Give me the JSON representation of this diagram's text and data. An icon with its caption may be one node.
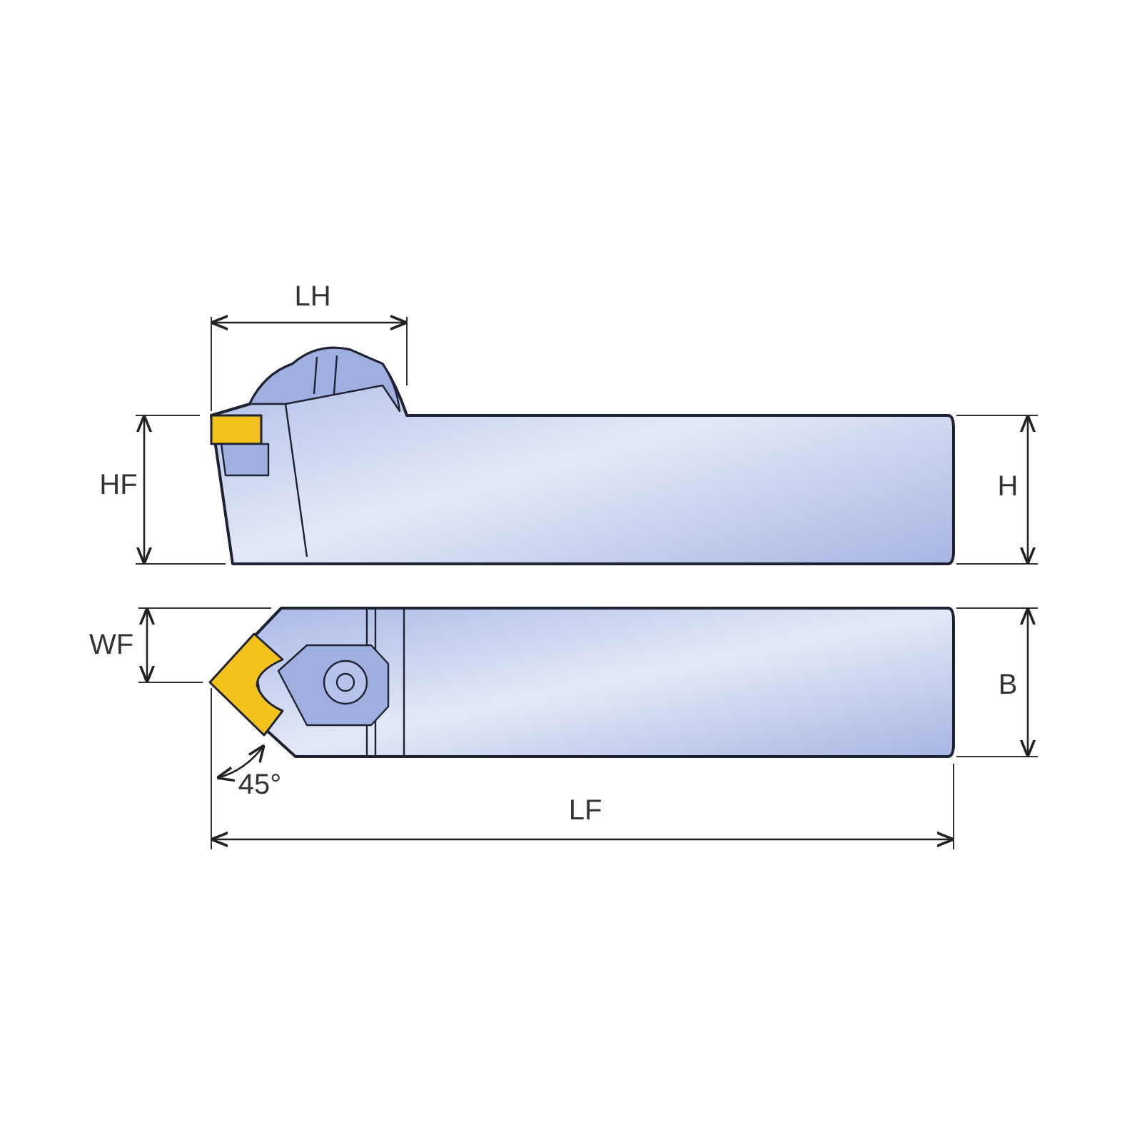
{
  "diagram": {
    "labels": [
      "LH",
      "HF",
      "H",
      "WF",
      "B",
      "45°",
      "LF"
    ]
  }
}
